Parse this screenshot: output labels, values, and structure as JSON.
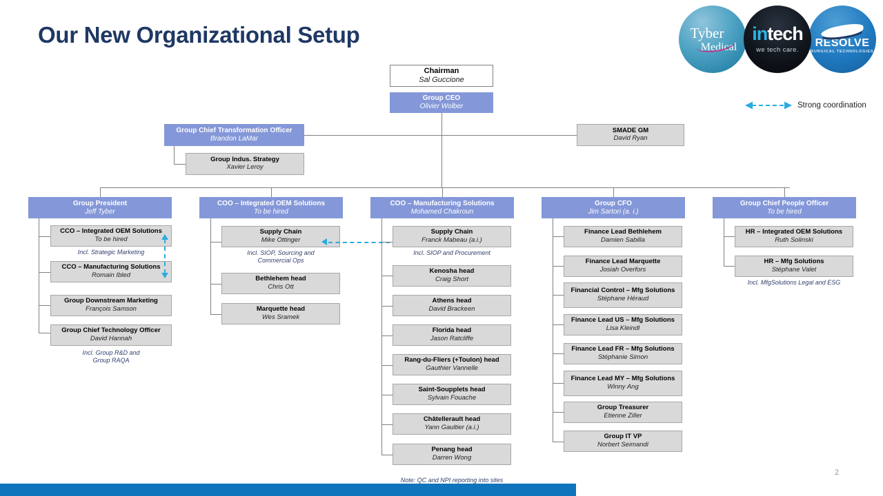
{
  "slide": {
    "title": "Our New Organizational Setup",
    "page_number": "2"
  },
  "logos": [
    {
      "name": "tyber-medical",
      "line1": "Tyber",
      "line2": "Medical"
    },
    {
      "name": "intech",
      "line1_a": "in",
      "line1_b": "tech",
      "line2": "we tech care."
    },
    {
      "name": "resolve",
      "line1": "RESOLVE",
      "line2": "SURGICAL TECHNOLOGIES"
    }
  ],
  "legend": {
    "label": "Strong coordination",
    "color": "#29ABE2"
  },
  "colors": {
    "title": "#1F3864",
    "header_box": "#8497D8",
    "node_box": "#D9D9D9",
    "coordination": "#29ABE2",
    "footer_bar": "#1074BC"
  },
  "top": {
    "chairman": {
      "role": "Chairman",
      "name": "Sal Guccione"
    },
    "ceo": {
      "role": "Group CEO",
      "name": "Olivier Wolber"
    },
    "transformation": {
      "role": "Group Chief Transformation Officer",
      "name": "Brandon LaMar"
    },
    "industrial_strategy": {
      "role": "Group Indus. Strategy",
      "name": "Xavier Leroy"
    },
    "smade": {
      "role": "SMADE GM",
      "name": "David Ryan"
    }
  },
  "columns": [
    {
      "head": {
        "role": "Group President",
        "name": "Jeff Tyber"
      },
      "items": [
        {
          "role": "CCO – Integrated OEM Solutions",
          "name": "To be hired"
        },
        {
          "role": "CCO – Manufacturing Solutions",
          "name": "Romain Ibled"
        },
        {
          "role": "Group Downstream Marketing",
          "name": "François Samson"
        },
        {
          "role": "Group Chief Technology Officer",
          "name": "David Hannah"
        }
      ],
      "notes": [
        "Incl. Strategic Marketing",
        "Incl. Group R&D and\nGroup RAQA"
      ]
    },
    {
      "head": {
        "role": "COO – Integrated OEM Solutions",
        "name": "To be hired"
      },
      "items": [
        {
          "role": "Supply Chain",
          "name": "Mike Ottinger"
        },
        {
          "role": "Bethlehem head",
          "name": "Chris Ott"
        },
        {
          "role": "Marquette head",
          "name": "Wes Sramek"
        }
      ],
      "notes": [
        "Incl. SIOP, Sourcing and\nCommercial Ops"
      ]
    },
    {
      "head": {
        "role": "COO – Manufacturing Solutions",
        "name": "Mohamed Chakroun"
      },
      "items": [
        {
          "role": "Supply Chain",
          "name": "Franck Mabeau (a.i.)"
        },
        {
          "role": "Kenosha head",
          "name": "Craig Short"
        },
        {
          "role": "Athens head",
          "name": "David Brackeen"
        },
        {
          "role": "Florida head",
          "name": "Jason Ratcliffe"
        },
        {
          "role": "Rang-du-Fliers (+Toulon) head",
          "name": "Gauthier Vannelle"
        },
        {
          "role": "Saint-Soupplets head",
          "name": "Sylvain Fouache"
        },
        {
          "role": "Châtellerault head",
          "name": "Yann Gaultier (a.i.)"
        },
        {
          "role": "Penang head",
          "name": "Darren Wong"
        }
      ],
      "notes": [
        "Incl. SIOP and Procurement",
        "Note: QC and NPI reporting into sites"
      ]
    },
    {
      "head": {
        "role": "Group CFO",
        "name": "Jim Sartori (a. i.)"
      },
      "items": [
        {
          "role": "Finance Lead Bethlehem",
          "name": "Damien Sabilla"
        },
        {
          "role": "Finance Lead Marquette",
          "name": "Josiah Overfors"
        },
        {
          "role": "Financial Control – Mfg Solutions",
          "name": "Stéphane Héraud"
        },
        {
          "role": "Finance Lead US – Mfg Solutions",
          "name": "Lisa Kleindl"
        },
        {
          "role": "Finance Lead FR – Mfg Solutions",
          "name": "Stéphanie Simon"
        },
        {
          "role": "Finance Lead MY – Mfg Solutions",
          "name": "Winny Ang"
        },
        {
          "role": "Group Treasurer",
          "name": "Etienne Ziller"
        },
        {
          "role": "Group IT VP",
          "name": "Norbert Seimandi"
        }
      ],
      "notes": []
    },
    {
      "head": {
        "role": "Group Chief  People Officer",
        "name": "To be hired"
      },
      "items": [
        {
          "role": "HR – Integrated OEM Solutions",
          "name": "Ruth Solinski"
        },
        {
          "role": "HR – Mfg Solutions",
          "name": "Stéphane Valet"
        }
      ],
      "notes": [
        "Incl. MfgSolutions Legal and ESG"
      ]
    }
  ]
}
